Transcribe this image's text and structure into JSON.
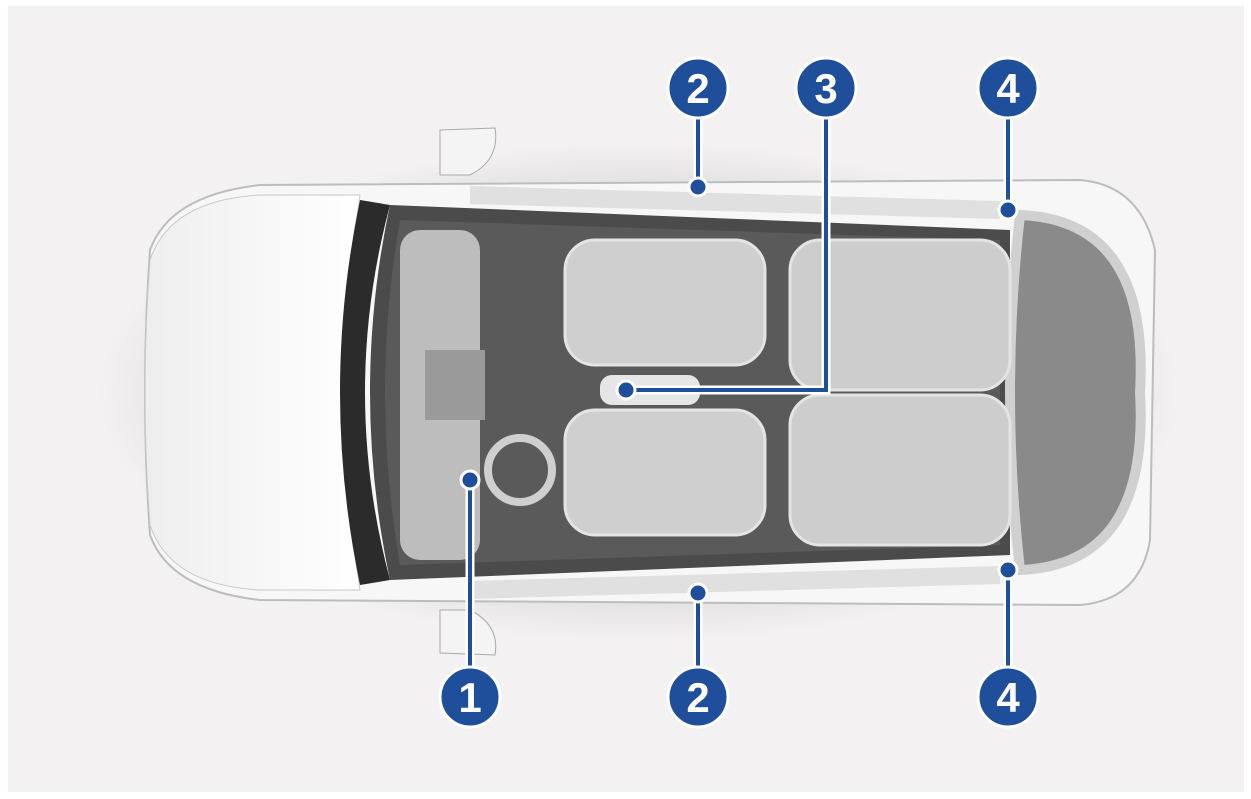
{
  "diagram": {
    "subject": "vehicle-top-view-interior",
    "accent_color": "#1f4e9a",
    "callouts": [
      {
        "id": "1",
        "label": "1",
        "target": "driver-front-airbag"
      },
      {
        "id": "2a",
        "label": "2",
        "target": "b-pillar-left"
      },
      {
        "id": "2b",
        "label": "2",
        "target": "b-pillar-right"
      },
      {
        "id": "3",
        "label": "3",
        "target": "center-console"
      },
      {
        "id": "4a",
        "label": "4",
        "target": "c-pillar-left"
      },
      {
        "id": "4b",
        "label": "4",
        "target": "c-pillar-right"
      }
    ]
  }
}
